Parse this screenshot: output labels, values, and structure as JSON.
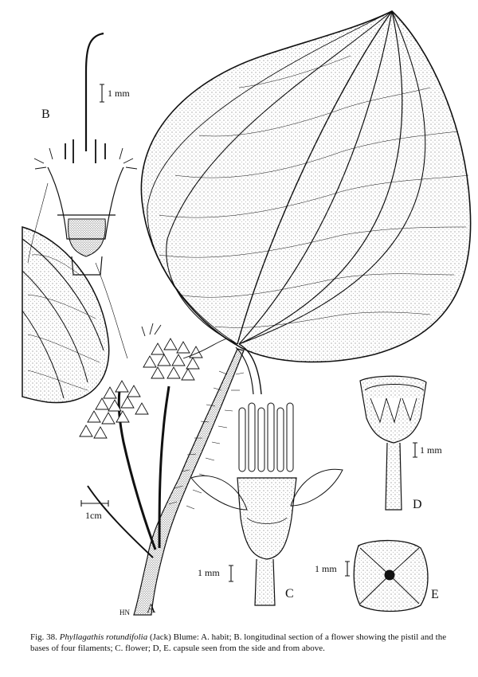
{
  "figure": {
    "labels": {
      "A": "A",
      "B": "B",
      "C": "C",
      "D": "D",
      "E": "E"
    },
    "scale_bars": {
      "B": "1 mm",
      "A": "1cm",
      "C": "1 mm",
      "D": "1 mm",
      "E": "1 mm"
    },
    "artist_initials": "HN"
  },
  "caption": {
    "fig_no": "Fig. 38.",
    "species": "Phyllagathis rotundifolia",
    "authority": "(Jack) Blume:",
    "text": "A. habit; B. longitudinal section of a flower showing the pistil and the bases of four filaments; C. flower; D, E. capsule seen from the side and from above."
  },
  "colors": {
    "ink": "#111111",
    "paper": "#ffffff"
  }
}
